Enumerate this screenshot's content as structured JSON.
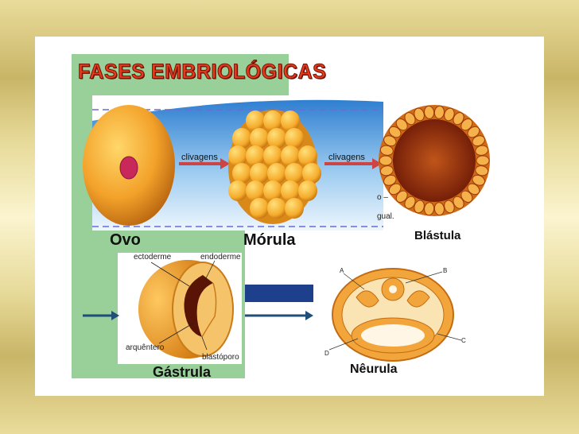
{
  "title": "FASES EMBRIOLÓGICAS",
  "stages": {
    "ovo": "Ovo",
    "morula": "Mórula",
    "blastula": "Blástula",
    "gastrula": "Gástrula",
    "neurula": "Nêurula"
  },
  "arrows": {
    "clivagens_1": "clivagens",
    "clivagens_2": "clivagens"
  },
  "fragments": {
    "frag_1": "o –",
    "frag_2": "gual."
  },
  "gastrula_labels": {
    "ectoderme": "ectoderme",
    "endoderme": "endoderme",
    "arquentero": "arquêntero",
    "blastoporo": "blastóporo"
  },
  "neurula_letters": {
    "a": "A",
    "b": "B",
    "c": "C",
    "d": "D"
  },
  "colors": {
    "title": "#e33b1c",
    "panel_green": "#99cf99",
    "sky_blue": "#3d8fd6",
    "arrow_navy": "#1f4e79",
    "blue_bar": "#1e3f8c",
    "cell_orange": "#f2a53a"
  }
}
